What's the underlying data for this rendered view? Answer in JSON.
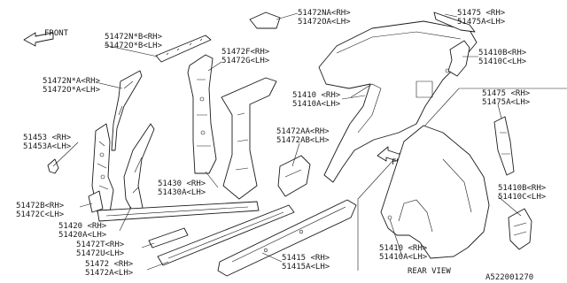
{
  "front_arrows": {
    "main": "FRONT",
    "rear": "FRONT"
  },
  "rear_view_label": "REAR VIEW",
  "diagram_id": "A522001270",
  "callouts": [
    {
      "rh": "51472NA<RH>",
      "lh": "51472OA<LH>"
    },
    {
      "rh": "51472N*B<RH>",
      "lh": "51472O*B<LH>"
    },
    {
      "rh": "51472N*A<RH>",
      "lh": "51472O*A<LH>"
    },
    {
      "rh": "51453 <RH>",
      "lh": "51453A<LH>"
    },
    {
      "rh": "51472B<RH>",
      "lh": "51472C<LH>"
    },
    {
      "rh": "51420 <RH>",
      "lh": "51420A<LH>"
    },
    {
      "rh": "51472T<RH>",
      "lh": "51472U<LH>"
    },
    {
      "rh": "51472 <RH>",
      "lh": "51472A<LH>"
    },
    {
      "rh": "51472F<RH>",
      "lh": "51472G<LH>"
    },
    {
      "rh": "51430 <RH>",
      "lh": "51430A<LH>"
    },
    {
      "rh": "51410 <RH>",
      "lh": "51410A<LH>"
    },
    {
      "rh": "51472AA<RH>",
      "lh": "51472AB<LH>"
    },
    {
      "rh": "51415 <RH>",
      "lh": "51415A<LH>"
    },
    {
      "rh": "51475 <RH>",
      "lh": "51475A<LH>"
    },
    {
      "rh": "51410B<RH>",
      "lh": "51410C<LH>"
    },
    {
      "rh": "51475 <RH>",
      "lh": "51475A<LH>"
    },
    {
      "rh": "51410B<RH>",
      "lh": "51410C<LH>"
    },
    {
      "rh": "51410 <RH>",
      "lh": "51410A<LH>"
    }
  ]
}
